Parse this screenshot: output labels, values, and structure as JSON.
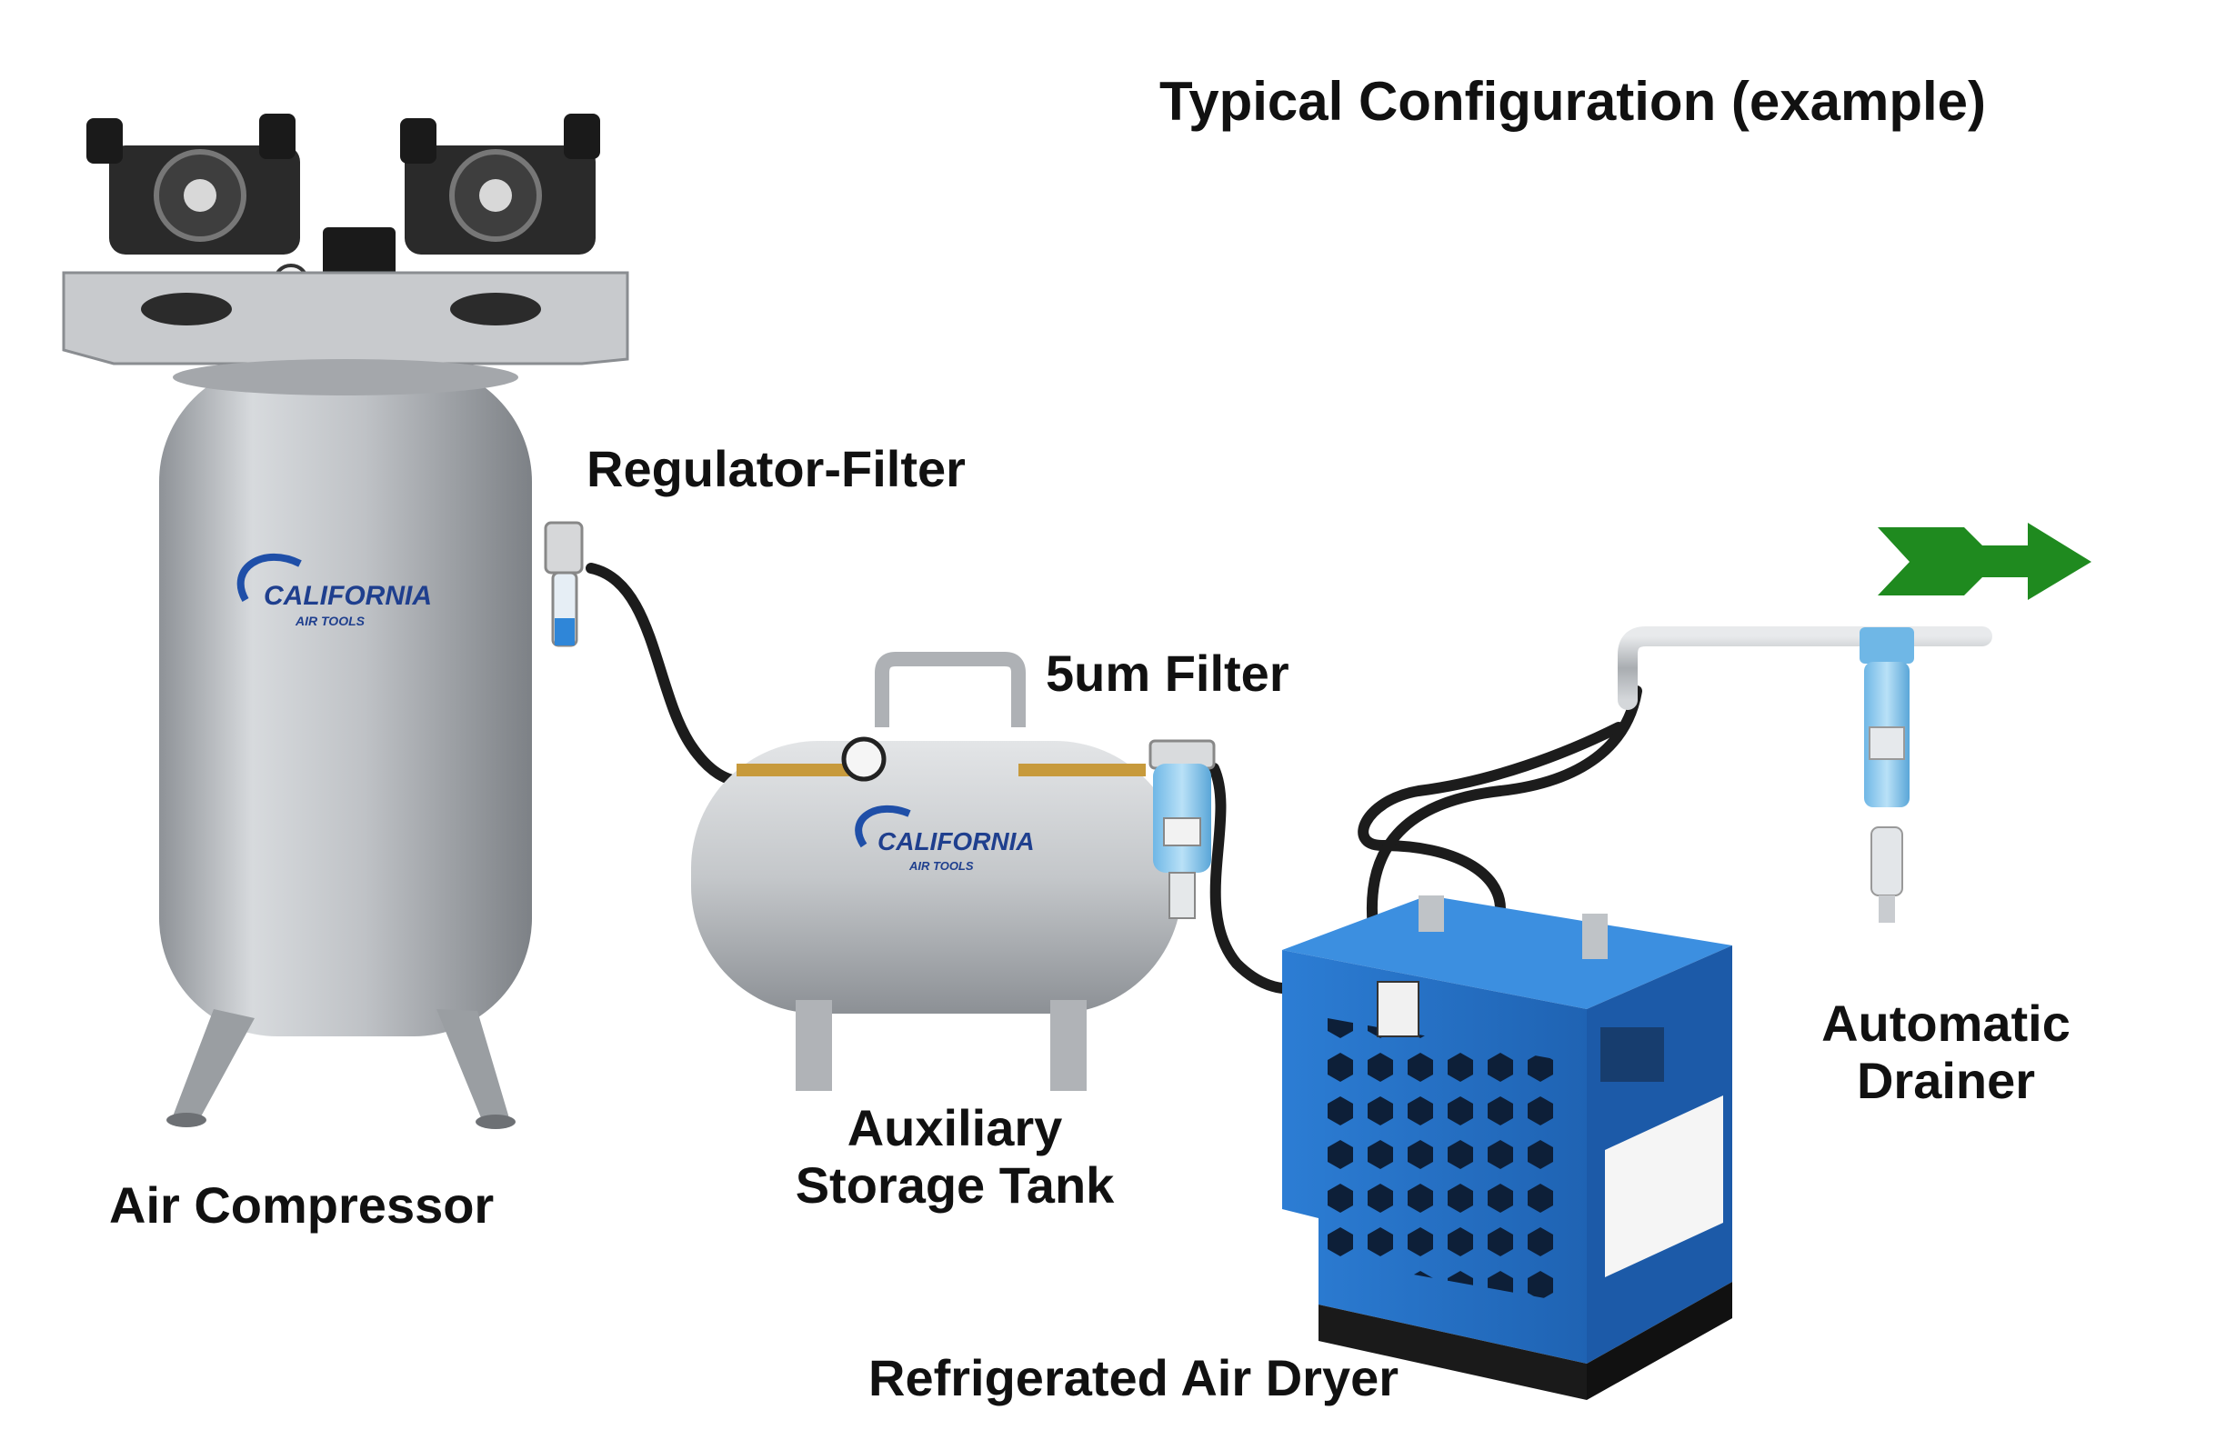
{
  "title": "Typical Configuration (example)",
  "labels": {
    "air_compressor": "Air Compressor",
    "regulator_filter": "Regulator-Filter",
    "five_um_filter": "5um Filter",
    "aux_tank_line1": "Auxiliary",
    "aux_tank_line2": "Storage Tank",
    "dryer": "Refrigerated Air Dryer",
    "drainer_line1": "Automatic",
    "drainer_line2": "Drainer"
  },
  "brand": {
    "logo_line1": "CALIFORNIA",
    "logo_line2": "AIR TOOLS"
  },
  "colors": {
    "arrow": "#1f8a1f",
    "dryer_blue": "#2f7fd1",
    "tank_silver": "#b9bcc0",
    "hose": "#1c1c1c"
  }
}
